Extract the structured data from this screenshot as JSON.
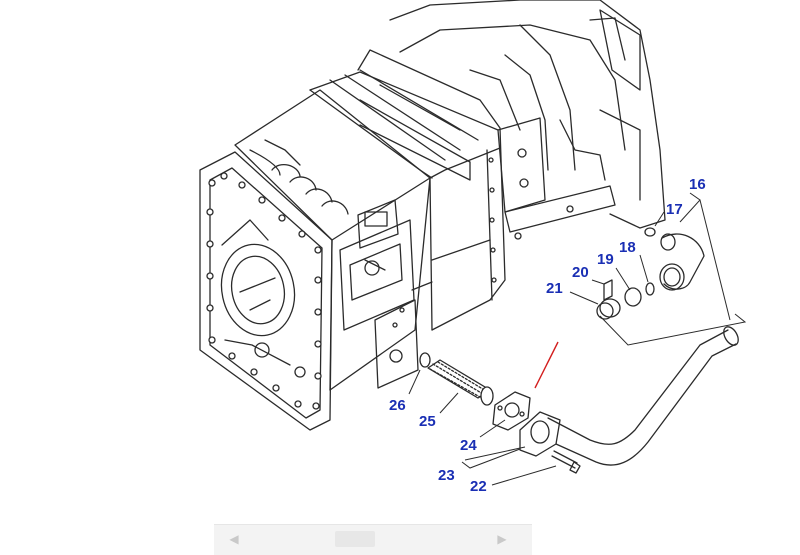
{
  "callouts": [
    "16",
    "17",
    "18",
    "19",
    "20",
    "21",
    "22",
    "23",
    "24",
    "25",
    "26"
  ],
  "colors": {
    "line": "#2b2b2b",
    "callout": "#1a2fb4",
    "marker": "#d31f1f"
  },
  "viewer_toolbar": {
    "prev_icon": "chevron-left-icon",
    "next_icon": "chevron-right-icon",
    "page_field": ""
  }
}
